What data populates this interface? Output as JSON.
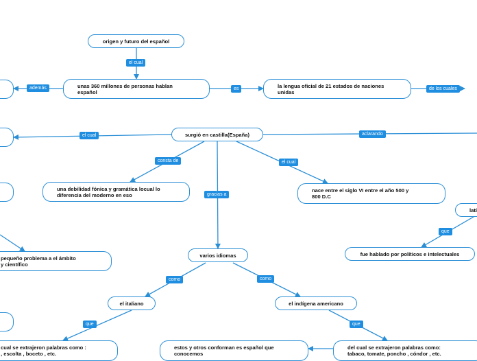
{
  "nodes": {
    "n_origen": "origen y futuro del español",
    "n_360": "unas 360 millones de personas hablan\nespañol",
    "n_lengua": "la lengua oficial de 21 estados de naciones\nunidas",
    "n_surgio": "surgió en castilla(España)",
    "n_debilidad": "una debilidad fónica y gramática locual lo\ndiferencia del moderno en eso",
    "n_nace": "nace entre el siglo VI entre el año 500 y\n800 D.C",
    "n_latin": "latín",
    "n_fue": "fue hablado por políticos e intelectuales",
    "n_pequeno": "pequeño problema a el ámbito\ny científico",
    "n_varios": "varios idiomas",
    "n_italiano": "el italiano",
    "n_indigena": "el indígena americano",
    "n_cual": "cual se extrajeron palabras como :\n, escolta , boceto , etc.",
    "n_estos": "estos y otros conforman es español que\nconocemos",
    "n_delcual": "del cual se extrajeron palabras como:\ntabaco, tomate, poncho , cóndor , etc."
  },
  "tags": {
    "t_elcual1": "el cual",
    "t_ademas": "además",
    "t_es": "es",
    "t_delos": "de los cuales",
    "t_elcual2": "el cual",
    "t_aclarando": "aclarando",
    "t_consta": "consta de",
    "t_gracias": "gracias a",
    "t_elcual3": "el cual",
    "t_que1": "que",
    "t_como1": "como",
    "t_como2": "como",
    "t_que2": "que",
    "t_que3": "que"
  },
  "colors": {
    "accent": "#2b8fd6",
    "tag": "#1f8ee0"
  }
}
